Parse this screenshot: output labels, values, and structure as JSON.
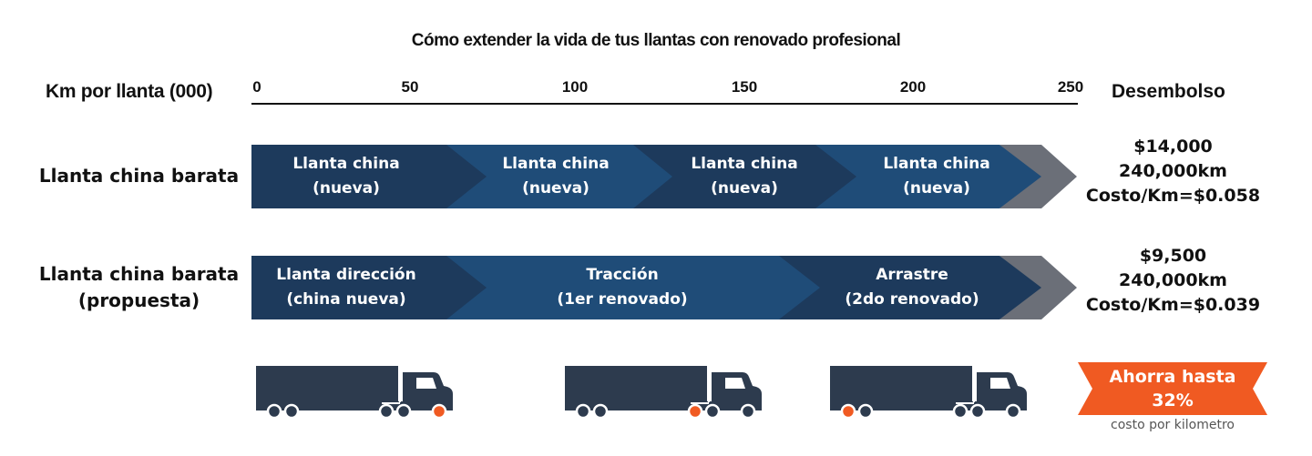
{
  "header": {
    "title": "Cómo extender la vida de tus llantas con renovado profesional",
    "axis_label": "Km por llanta (000)",
    "cost_column_label": "Desembolso"
  },
  "axis": {
    "ticks": [
      "0",
      "50",
      "100",
      "150",
      "200",
      "250"
    ]
  },
  "rows": [
    {
      "label": "Llanta china barata",
      "segments": [
        {
          "line1": "Llanta china",
          "line2": "(nueva)"
        },
        {
          "line1": "Llanta china",
          "line2": "(nueva)"
        },
        {
          "line1": "Llanta china",
          "line2": "(nueva)"
        },
        {
          "line1": "Llanta china",
          "line2": "(nueva)"
        }
      ],
      "cost": {
        "amount": "$14,000",
        "distance": "240,000km",
        "per_km": "Costo/Km=$0.058"
      }
    },
    {
      "label_line1": "Llanta china barata",
      "label_line2": "(propuesta)",
      "segments": [
        {
          "line1": "Llanta dirección",
          "line2": "(china nueva)"
        },
        {
          "line1": "Tracción",
          "line2": "(1er renovado)"
        },
        {
          "line1": "Arrastre",
          "line2": "(2do renovado)"
        }
      ],
      "cost": {
        "amount": "$9,500",
        "distance": "240,000km",
        "per_km": "Costo/Km=$0.039"
      }
    }
  ],
  "trucks": [
    {
      "highlight": "steer-axle",
      "icon": "truck-icon"
    },
    {
      "highlight": "drive-axle",
      "icon": "truck-icon"
    },
    {
      "highlight": "trailer-axle",
      "icon": "truck-icon"
    }
  ],
  "savings": {
    "line1": "Ahorra hasta",
    "line2": "32%",
    "caption": "costo por kilometro"
  },
  "colors": {
    "dark_segment": "#1d3a5c",
    "light_segment": "#1f4c78",
    "grey_arrow": "#6b6f78",
    "truck": "#2d3b4e",
    "highlight_wheel": "#f05a22",
    "badge": "#f05a22"
  }
}
